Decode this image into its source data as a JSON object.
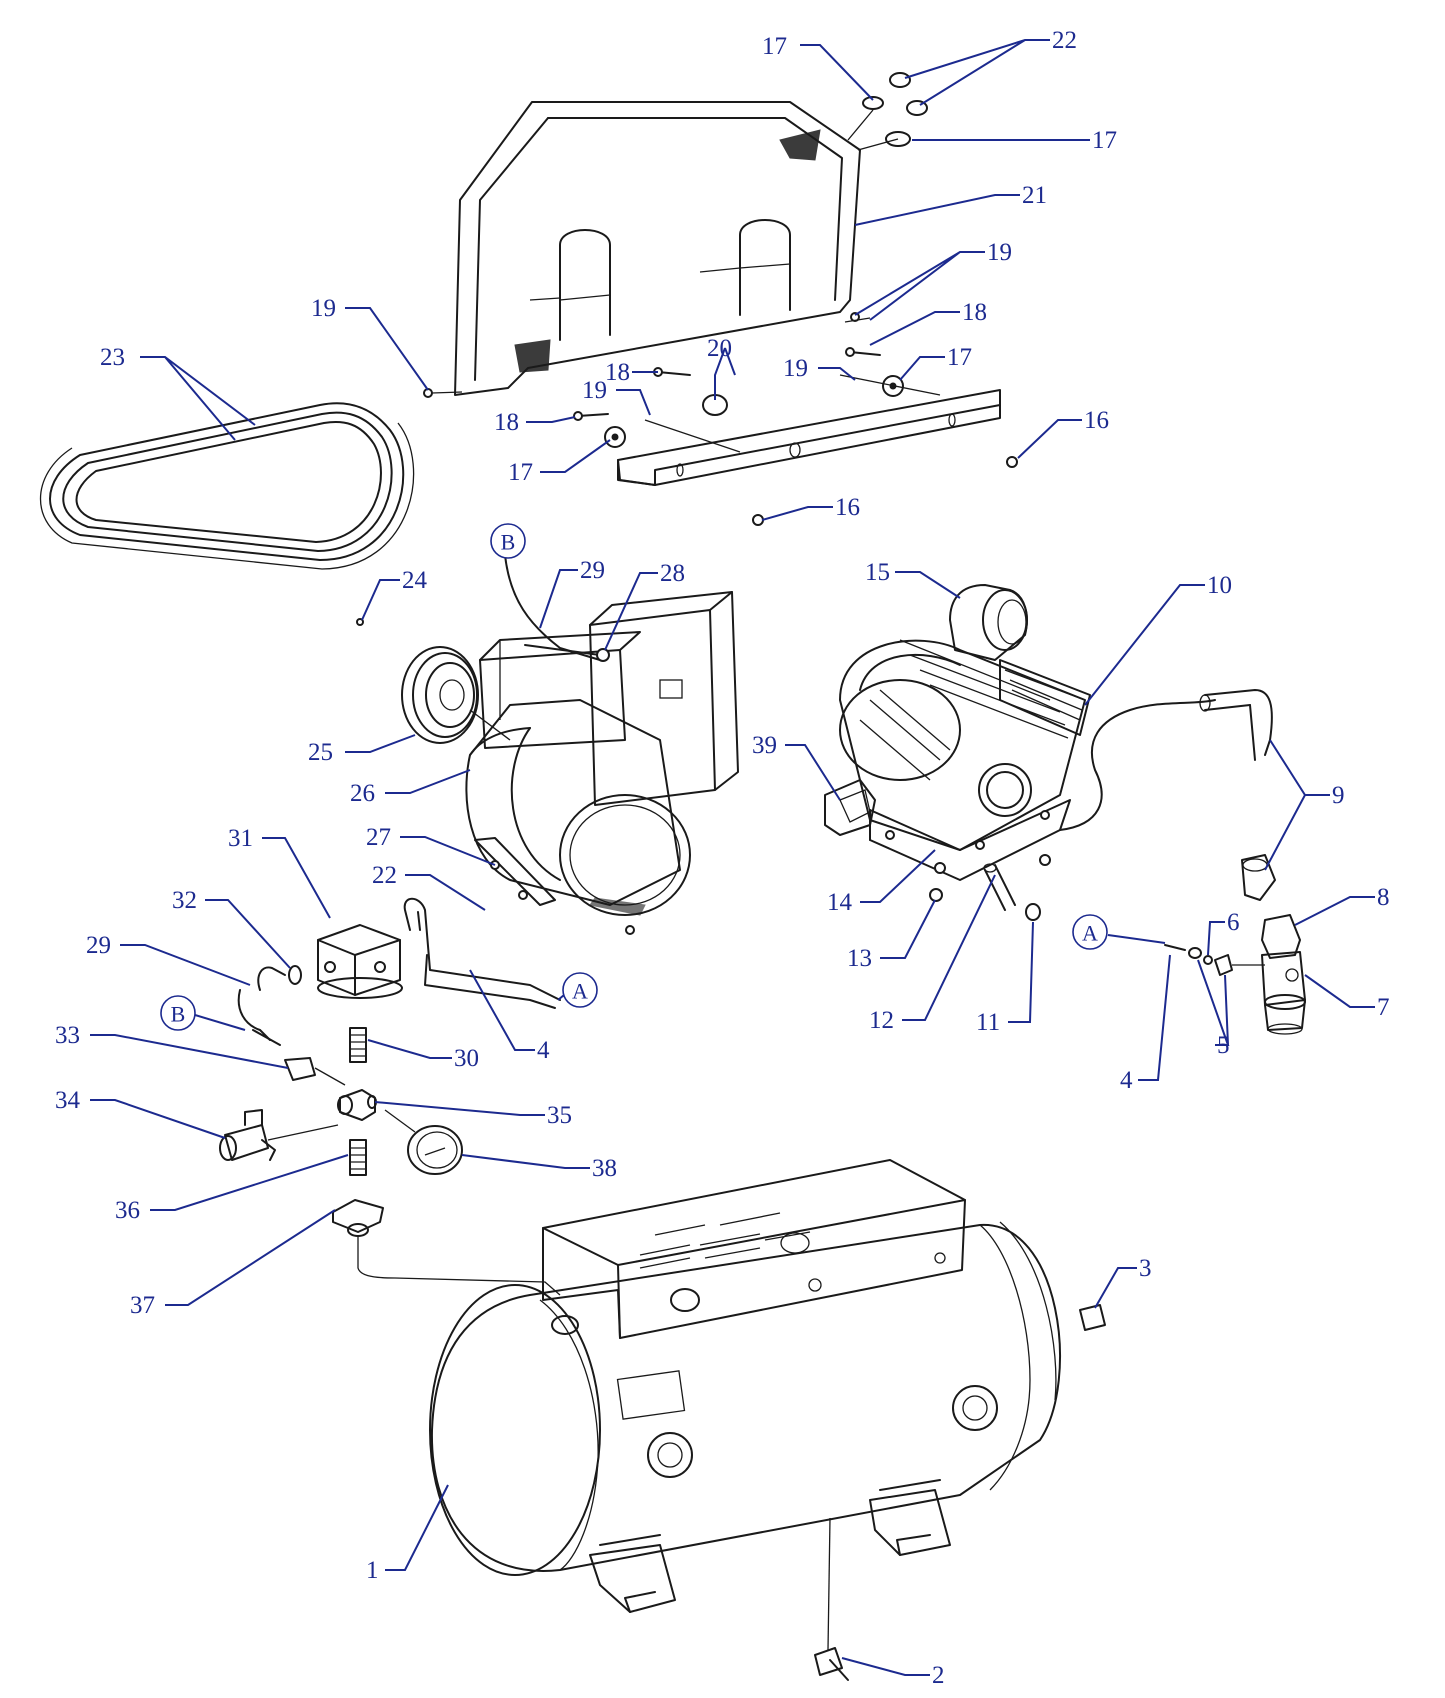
{
  "callouts": {
    "c1": "1",
    "c2": "2",
    "c3": "3",
    "c4a": "4",
    "c4b": "4",
    "c5": "5",
    "c6": "6",
    "c7": "7",
    "c8": "8",
    "c9": "9",
    "c10": "10",
    "c11": "11",
    "c12": "12",
    "c13": "13",
    "c14": "14",
    "c15": "15",
    "c16a": "16",
    "c16b": "16",
    "c17a": "17",
    "c17b": "17",
    "c17c": "17",
    "c17d": "17",
    "c18a": "18",
    "c18b": "18",
    "c18c": "18",
    "c19a": "19",
    "c19b": "19",
    "c19c": "19",
    "c19d": "19",
    "c20": "20",
    "c21": "21",
    "c22a": "22",
    "c22b": "22",
    "c23": "23",
    "c24": "24",
    "c25": "25",
    "c26": "26",
    "c27": "27",
    "c28": "28",
    "c29a": "29",
    "c29b": "29",
    "c30": "30",
    "c31": "31",
    "c32": "32",
    "c33": "33",
    "c34": "34",
    "c35": "35",
    "c36": "36",
    "c37": "37",
    "c38": "38",
    "c39": "39"
  },
  "refs": {
    "a1": "A",
    "a2": "A",
    "b1": "B",
    "b2": "B"
  },
  "colors": {
    "callout": "#1c2a8f",
    "linework": "#1a1a1a",
    "background": "#ffffff"
  }
}
